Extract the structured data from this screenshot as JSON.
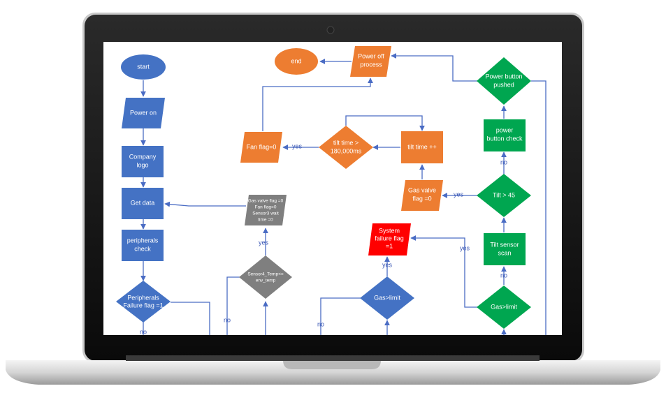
{
  "colors": {
    "blue": "#4472c4",
    "orange": "#ed7d31",
    "gray": "#7f7f7f",
    "green": "#00a650",
    "red": "#ff0000",
    "connector": "#4a6cc4"
  },
  "nodes": {
    "start": "start",
    "power_on": "Power on",
    "company_logo": [
      "Company",
      "logo"
    ],
    "get_data": "Get data",
    "peripherals_check": [
      "peripherals",
      "check"
    ],
    "peripherals_failure": [
      "Peripherals",
      "Failure flag =1"
    ],
    "reset_box": [
      "Gas valve flag =0",
      "Fan flag=0",
      "Sensor3 wait",
      "time =0"
    ],
    "sensor4_temp": [
      "Sensor4_Temp<=",
      "env_temp"
    ],
    "end": "end",
    "power_off": [
      "Power off",
      "process"
    ],
    "fan_flag": "Fan flag=0",
    "tilt_time_check": [
      "tilt  time >",
      "180,000ms"
    ],
    "tilt_time_inc": "tilt time ++",
    "gas_valve_flag": [
      "Gas valve",
      "flag =0"
    ],
    "system_failure": [
      "System",
      "failure flag",
      "=1"
    ],
    "gas_limit_blue": "Gas>limit",
    "power_button_pushed": [
      "Power button",
      "pushed"
    ],
    "power_button_check": [
      "power",
      "button check"
    ],
    "tilt_gt_45": "Tilt > 45",
    "tilt_sensor_scan": [
      "Tilt sensor",
      "scan"
    ],
    "gas_limit_green": "Gas>limit"
  },
  "edge_labels": {
    "no_peripherals": "no",
    "yes_sensor4": "yes",
    "no_sensor4": "no",
    "yes_tilt_time": "yes",
    "yes_tilt45": "yes",
    "no_tilt45": "no",
    "yes_gas_blue": "yes",
    "no_gas_blue": "no",
    "yes_gas_green": "yes",
    "no_gas_green": "no"
  }
}
